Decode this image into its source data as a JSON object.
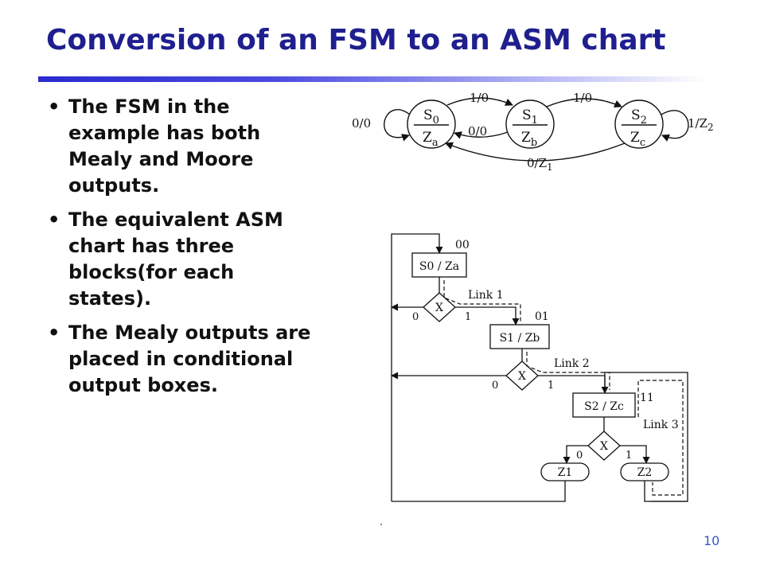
{
  "slide": {
    "title": "Conversion of an FSM to an ASM chart",
    "accent_color": "#1f1f8f",
    "bullets": [
      {
        "text": "The FSM in the example has both Mealy and Moore outputs.",
        "lines": [
          "The FSM in the",
          "example has both",
          "Mealy and Moore",
          "outputs."
        ]
      },
      {
        "text": "The equivalent ASM chart has three blocks(for each states).",
        "lines": [
          "The equivalent ASM",
          "chart has three",
          "blocks(for each",
          "states)."
        ]
      },
      {
        "text": "The Mealy outputs are placed in conditional output boxes.",
        "lines": [
          "The Mealy outputs are",
          "placed in conditional",
          "output boxes."
        ]
      }
    ],
    "page_number": "10"
  },
  "fsm": {
    "states": [
      {
        "name": "S",
        "sub": "0",
        "output": "Z",
        "output_sub": "a"
      },
      {
        "name": "S",
        "sub": "1",
        "output": "Z",
        "output_sub": "b"
      },
      {
        "name": "S",
        "sub": "2",
        "output": "Z",
        "output_sub": "c"
      }
    ],
    "transitions": {
      "s0_self": "0/0",
      "s0_s1": "1/0",
      "s1_s0": "0/0",
      "s1_s2": "1/0",
      "s2_s0": "0/Z",
      "s2_s0_sub": "1",
      "s2_self": "1/Z",
      "s2_self_sub": "2"
    }
  },
  "asm": {
    "state_boxes": [
      {
        "label": "S0 / Za",
        "code": "00"
      },
      {
        "label": "S1 / Zb",
        "code": "01"
      },
      {
        "label": "S2 / Zc",
        "code": "11"
      }
    ],
    "decision_label": "X",
    "branch_zero": "0",
    "branch_one": "1",
    "links": [
      "Link 1",
      "Link 2",
      "Link 3"
    ],
    "conditional_outputs": [
      "Z1",
      "Z2"
    ]
  }
}
